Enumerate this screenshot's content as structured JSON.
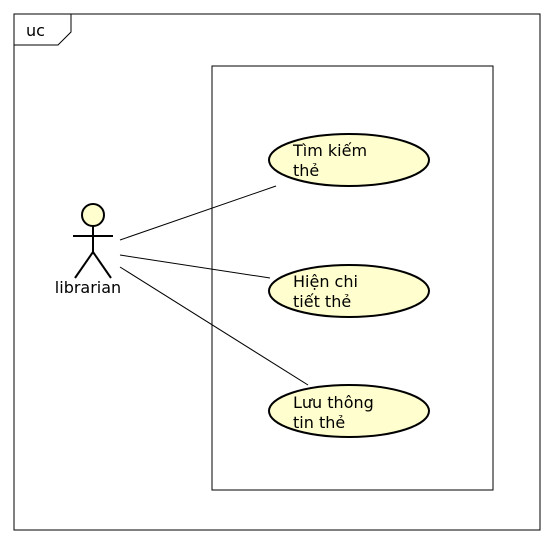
{
  "frame": {
    "label": "uc"
  },
  "actor": {
    "name": "librarian"
  },
  "use_cases": [
    {
      "id": "uc1",
      "lines": [
        "Tìm kiếm",
        "thẻ"
      ]
    },
    {
      "id": "uc2",
      "lines": [
        "Hiện chi",
        "tiết thẻ"
      ]
    },
    {
      "id": "uc3",
      "lines": [
        "Lưu thông",
        "tin thẻ"
      ]
    }
  ],
  "colors": {
    "usecase_fill": "#fefece",
    "actor_fill": "#fefece",
    "stroke": "#000000",
    "background": "#ffffff"
  }
}
